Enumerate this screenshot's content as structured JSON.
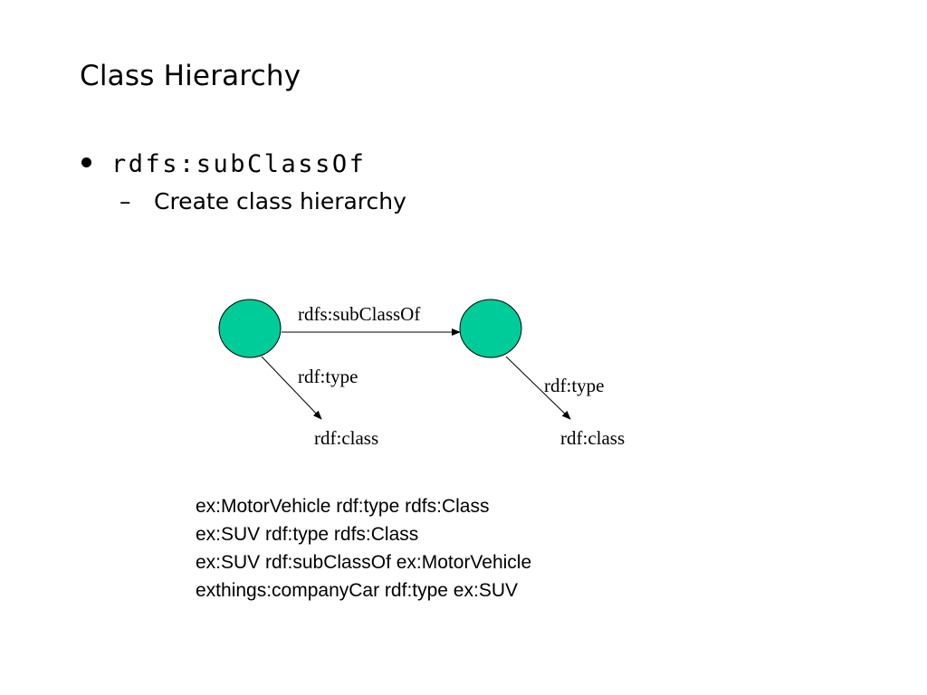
{
  "slide": {
    "title": "Class Hierarchy",
    "bullet": "rdfs:subClassOf",
    "sub_bullet_dash": "–",
    "sub_bullet": "Create class hierarchy"
  },
  "diagram": {
    "node_color": "#00cc99",
    "edge_subclass_label": "rdfs:subClassOf",
    "edge_type_label_left": "rdf:type",
    "edge_type_label_right": "rdf:type",
    "target_label_left": "rdf:class",
    "target_label_right": "rdf:class"
  },
  "triples": [
    "ex:MotorVehicle rdf:type rdfs:Class",
    "ex:SUV rdf:type rdfs:Class",
    "ex:SUV rdf:subClassOf ex:MotorVehicle",
    "exthings:companyCar rdf:type ex:SUV"
  ]
}
